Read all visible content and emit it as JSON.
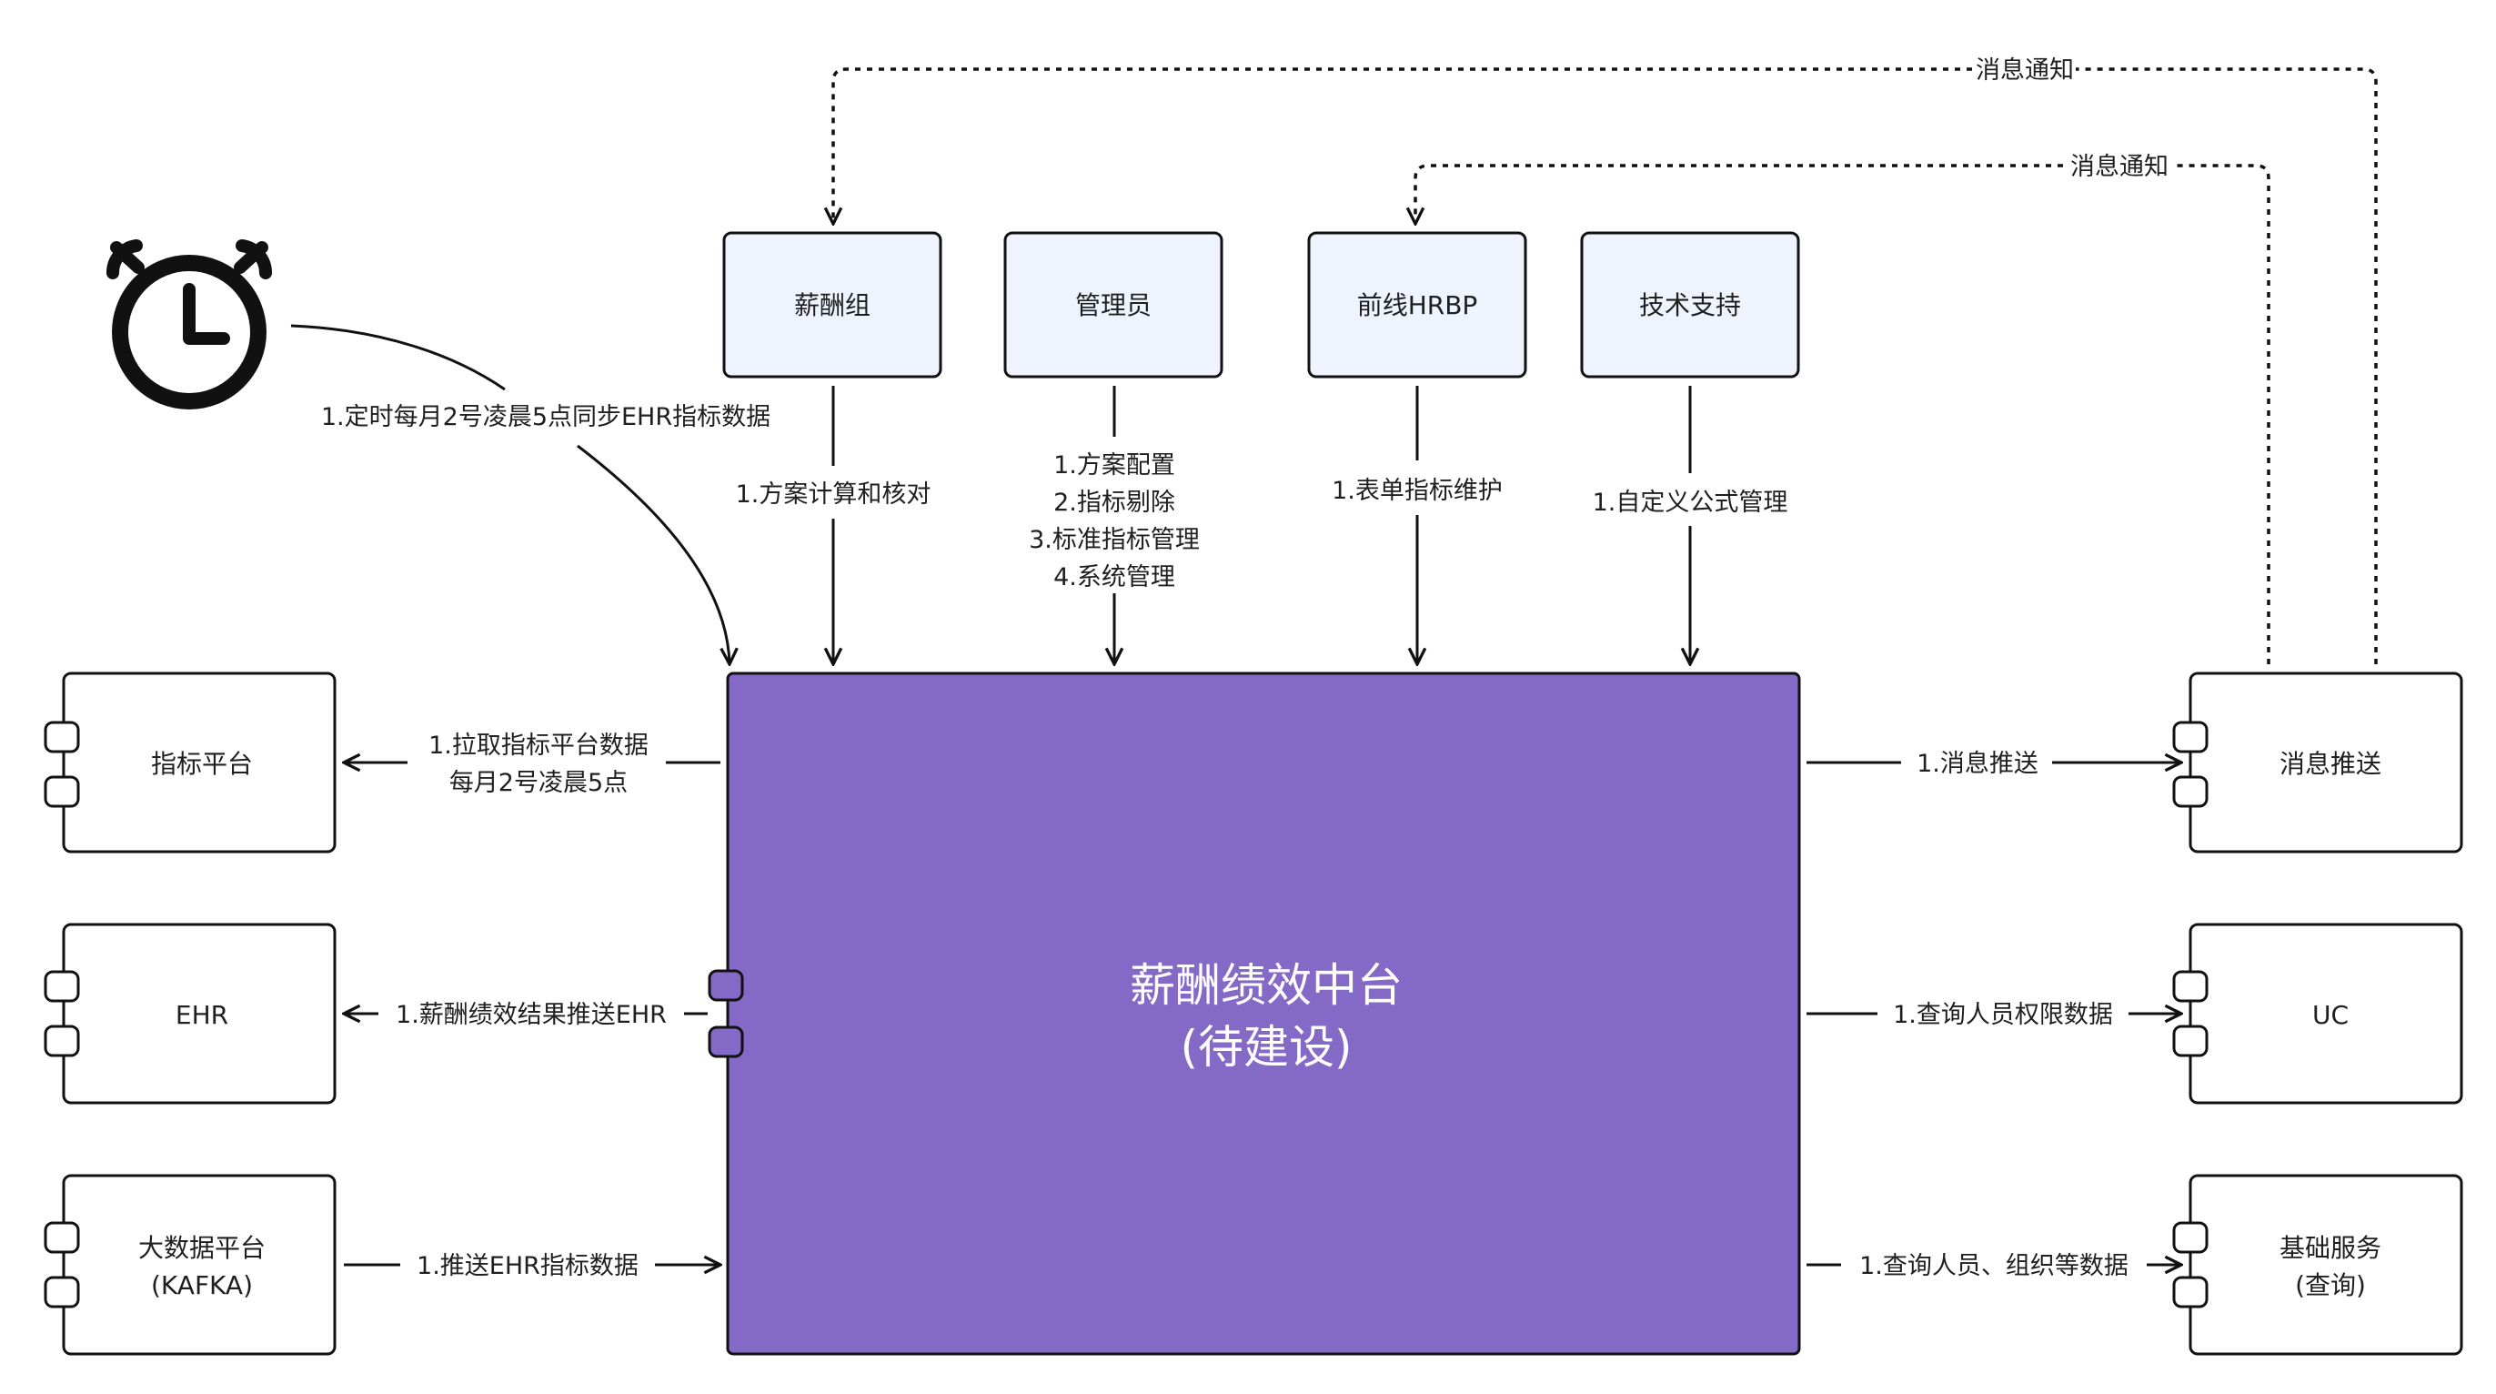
{
  "center": {
    "title": "薪酬绩效中台",
    "subtitle": "(待建设)",
    "fill": "#8469c7"
  },
  "roles": [
    {
      "name": "薪酬组",
      "action": [
        "1.方案计算和核对"
      ]
    },
    {
      "name": "管理员",
      "action": [
        "1.方案配置",
        "2.指标剔除",
        "3.标准指标管理",
        "4.系统管理"
      ]
    },
    {
      "name": "前线HRBP",
      "action": [
        "1.表单指标维护"
      ]
    },
    {
      "name": "技术支持",
      "action": [
        "1.自定义公式管理"
      ]
    }
  ],
  "role_fill": "#eef3fd",
  "timer": {
    "icon": "alarm-clock-icon",
    "label": "1.定时每月2号凌晨5点同步EHR指标数据"
  },
  "left_systems": [
    {
      "name": [
        "指标平台"
      ],
      "label": [
        "1.拉取指标平台数据",
        "每月2号凌晨5点"
      ],
      "direction": "from-center"
    },
    {
      "name": [
        "EHR"
      ],
      "label": [
        "1.薪酬绩效结果推送EHR"
      ],
      "direction": "from-center"
    },
    {
      "name": [
        "大数据平台",
        "(KAFKA)"
      ],
      "label": [
        "1.推送EHR指标数据"
      ],
      "direction": "to-center"
    }
  ],
  "right_systems": [
    {
      "name": [
        "消息推送"
      ],
      "label": [
        "1.消息推送"
      ]
    },
    {
      "name": [
        "UC"
      ],
      "label": [
        "1.查询人员权限数据"
      ]
    },
    {
      "name": [
        "基础服务",
        "(查询)"
      ],
      "label": [
        "1.查询人员、组织等数据"
      ]
    }
  ],
  "notifications": [
    {
      "label": "消息通知",
      "target": "薪酬组"
    },
    {
      "label": "消息通知",
      "target": "前线HRBP"
    }
  ]
}
